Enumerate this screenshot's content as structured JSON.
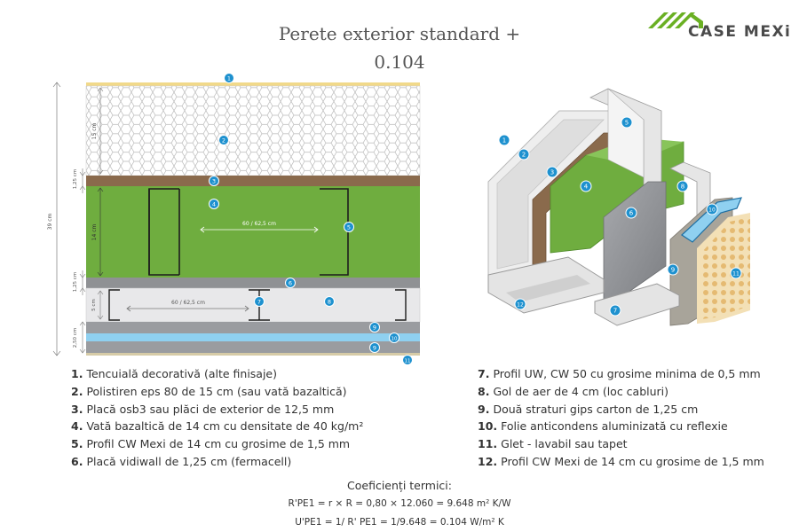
{
  "title": {
    "line1": "Perete exterior standard +",
    "line2": "0.104"
  },
  "logo": {
    "text": "CASE MEXi",
    "color": "#6ab023"
  },
  "colors": {
    "plaster": "#f1d98a",
    "eps": "#ffffff",
    "osb": "#8a6a4c",
    "wool": "#6fad3f",
    "vidiwall": "#8f9194",
    "air_gap": "#e8e8ea",
    "gypsum": "#9a9ca0",
    "foil": "#8fd0f0",
    "putty": "#d6cba7",
    "badge": "#1e91cf"
  },
  "section": {
    "badges": [
      "1",
      "2",
      "3",
      "4",
      "5",
      "6",
      "7",
      "8",
      "9",
      "10",
      "9",
      "11"
    ],
    "dim_total": "39 cm",
    "dim_eps": "15 cm",
    "dim_osb": "1,25 cm",
    "dim_wool": "14 cm",
    "dim_vidiwall": "1,25 cm",
    "dim_gap": "5 cm",
    "dim_gypsum": "2,50 cm",
    "spacing_upper": "60 / 62,5 cm",
    "spacing_lower": "60 / 62,5 cm"
  },
  "iso": {
    "badges": [
      "1",
      "2",
      "3",
      "4",
      "5",
      "6",
      "7",
      "8",
      "9",
      "10",
      "11",
      "12"
    ]
  },
  "legend_left": [
    {
      "num": "1.",
      "text": "Tencuială decorativă (alte finisaje)"
    },
    {
      "num": "2.",
      "text": "Polistiren eps 80 de 15 cm (sau vată bazaltică)"
    },
    {
      "num": "3.",
      "text": "Placă osb3 sau plăci de exterior de 12,5 mm"
    },
    {
      "num": "4.",
      "text": "Vată bazaltică de 14 cm cu densitate de 40 kg/m²"
    },
    {
      "num": "5.",
      "text": "Profil CW Mexi de 14 cm cu grosime de 1,5 mm"
    },
    {
      "num": "6.",
      "text": "Placă vidiwall de 1,25 cm (fermacell)"
    }
  ],
  "legend_right": [
    {
      "num": "7.",
      "text": "Profil UW, CW 50 cu grosime minima de 0,5 mm"
    },
    {
      "num": "8.",
      "text": "Gol de aer de 4 cm (loc cabluri)"
    },
    {
      "num": "9.",
      "text": "Două straturi gips carton de 1,25 cm"
    },
    {
      "num": "10.",
      "text": "Folie anticondens aluminizată cu reflexie"
    },
    {
      "num": "11.",
      "text": "Glet - lavabil sau tapet"
    },
    {
      "num": "12.",
      "text": "Profil CW Mexi de 14 cm cu grosime de 1,5 mm"
    }
  ],
  "coefficients": {
    "title": "Coeficienți termici:",
    "line1": "R'PE1 = r × R = 0,80 × 12.060 = 9.648 m²  K/W",
    "line2": "U'PE1 = 1/ R' PE1 = 1/9.648 = 0.104 W/m²  K"
  }
}
